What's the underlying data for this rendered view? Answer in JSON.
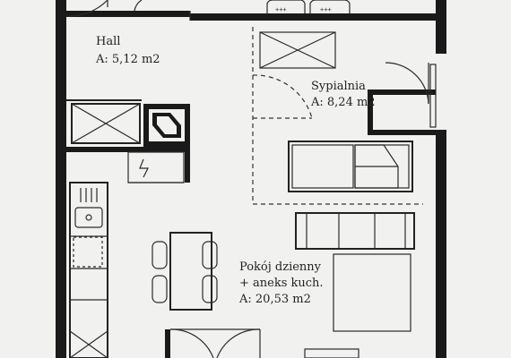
{
  "rooms": {
    "hall": {
      "name": "Hall",
      "area": "A: 5,12 m2"
    },
    "bedroom": {
      "name": "Sypialnia",
      "area": "A: 8,24 m2"
    },
    "living": {
      "name": "Pokój dzienny",
      "subtitle": "+ aneks kuch.",
      "area": "A: 20,53 m2"
    }
  },
  "colors": {
    "paper": "#f1f1ef",
    "ink": "#1a1a1a"
  }
}
